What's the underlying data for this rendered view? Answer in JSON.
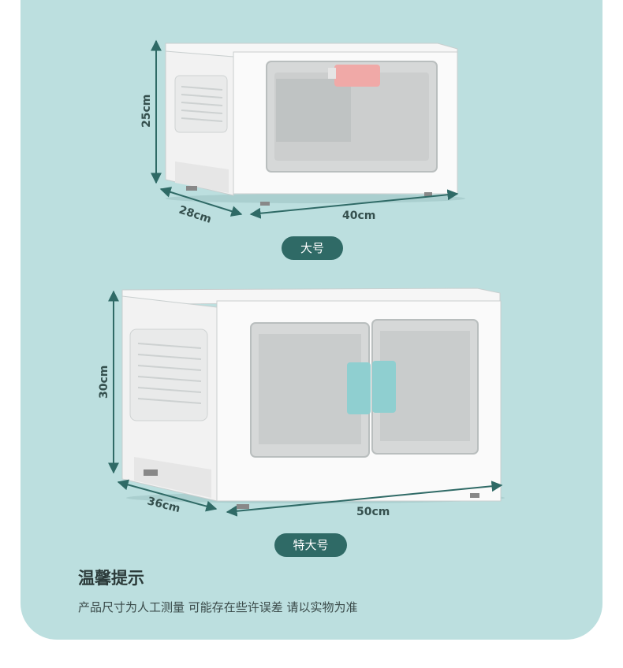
{
  "products": [
    {
      "size_label": "大号",
      "dimensions": {
        "height": "25cm",
        "depth": "28cm",
        "width": "40cm"
      },
      "handle_color": "#f0a9a7"
    },
    {
      "size_label": "特大号",
      "dimensions": {
        "height": "30cm",
        "depth": "36cm",
        "width": "50cm"
      },
      "handle_color": "#8fcfd0"
    }
  ],
  "notice": {
    "title": "温馨提示",
    "text": "产品尺寸为人工测量 可能存在些许误差 请以实物为准"
  },
  "colors": {
    "background": "#bcdfdf",
    "badge": "#2f6a66",
    "dimension_lines": "#2f6a66"
  }
}
